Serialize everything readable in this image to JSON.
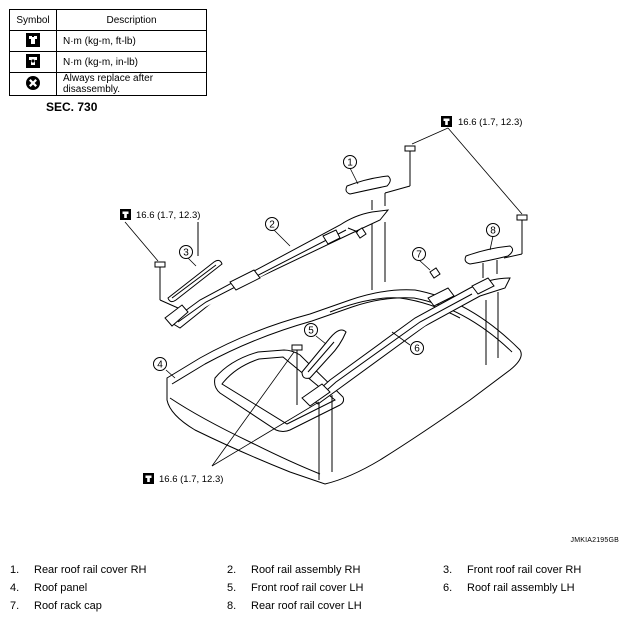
{
  "symbol_table": {
    "headers": [
      "Symbol",
      "Description"
    ],
    "rows": [
      {
        "icon": "torque-wrench-icon",
        "description": "N·m (kg-m, ft-lb)"
      },
      {
        "icon": "torque-wrench-small-icon",
        "description": "N·m (kg-m, in-lb)"
      },
      {
        "icon": "always-replace-icon",
        "description": "Always replace after disassembly."
      }
    ]
  },
  "section_label": "SEC. 730",
  "torque_callouts": [
    "16.6 (1.7, 12.3)",
    "16.6 (1.7, 12.3)",
    "16.6 (1.7, 12.3)"
  ],
  "part_callouts": [
    "1",
    "2",
    "3",
    "4",
    "5",
    "6",
    "7",
    "8"
  ],
  "figure_code": "JMKIA2195GB",
  "legend": [
    [
      {
        "num": "1.",
        "label": "Rear roof rail cover RH"
      },
      {
        "num": "2.",
        "label": "Roof rail assembly RH"
      },
      {
        "num": "3.",
        "label": "Front roof rail cover RH"
      }
    ],
    [
      {
        "num": "4.",
        "label": "Roof panel"
      },
      {
        "num": "5.",
        "label": "Front roof rail cover LH"
      },
      {
        "num": "6.",
        "label": "Roof rail assembly LH"
      }
    ],
    [
      {
        "num": "7.",
        "label": "Roof rack cap"
      },
      {
        "num": "8.",
        "label": "Rear roof rail cover LH"
      }
    ]
  ]
}
